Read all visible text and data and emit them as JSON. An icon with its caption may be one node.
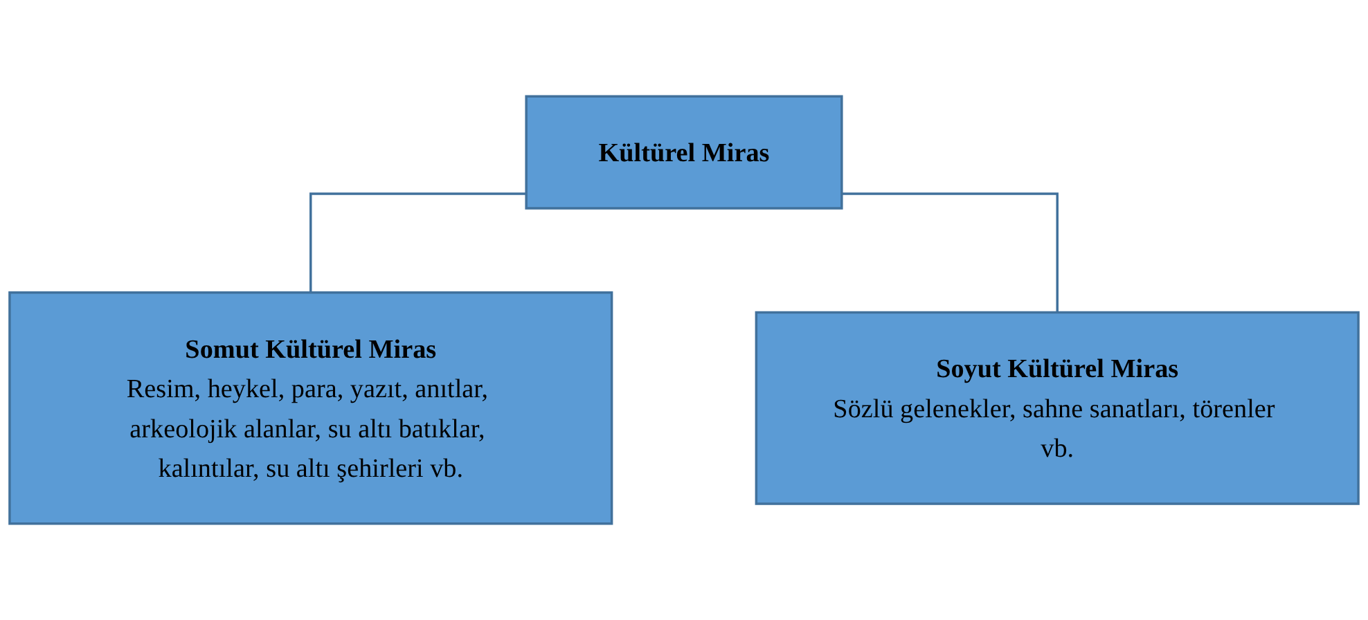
{
  "diagram": {
    "nodes": [
      {
        "text": [
          "Kültürel Miras"
        ]
      },
      {
        "text": [
          "Somut Kültürel Miras",
          "Resim, heykel, para, yazıt, anıtlar, arkeolojik alanlar, su altı batıklar, kalıntılar, su altı şehirleri vb."
        ]
      },
      {
        "text": [
          "Soyut Kültürel Miras",
          "Sözlü gelenekler, sahne sanatları, törenler vb."
        ]
      }
    ],
    "edges": [
      {
        "from": 0,
        "to": 1,
        "arrow": "none"
      },
      {
        "from": 0,
        "to": 2,
        "arrow": "none"
      }
    ]
  }
}
